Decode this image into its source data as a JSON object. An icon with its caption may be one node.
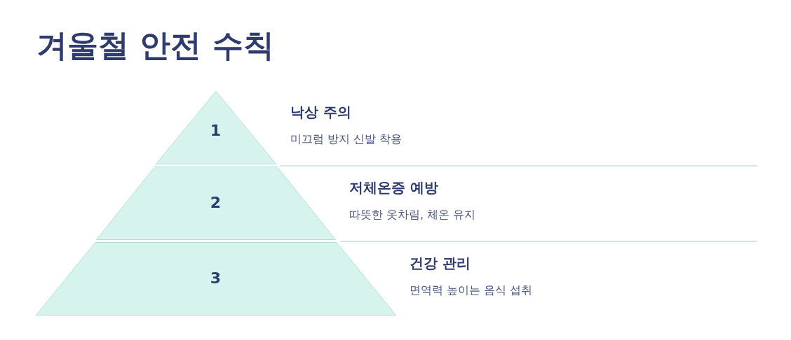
{
  "diagram": {
    "title": "겨울철 안전 수칙",
    "nodes": [
      {
        "text": [
          "1"
        ],
        "beside": [
          "낙상 주의",
          "미끄럼 방지 신발 착용"
        ]
      },
      {
        "text": [
          "2"
        ],
        "beside": [
          "저체온증 예방",
          "따뜻한 옷차림, 체온 유지"
        ]
      },
      {
        "text": [
          "3"
        ],
        "beside": [
          "건강 관리",
          "면역력 높이는 음식 섭취"
        ]
      }
    ],
    "edges": []
  }
}
